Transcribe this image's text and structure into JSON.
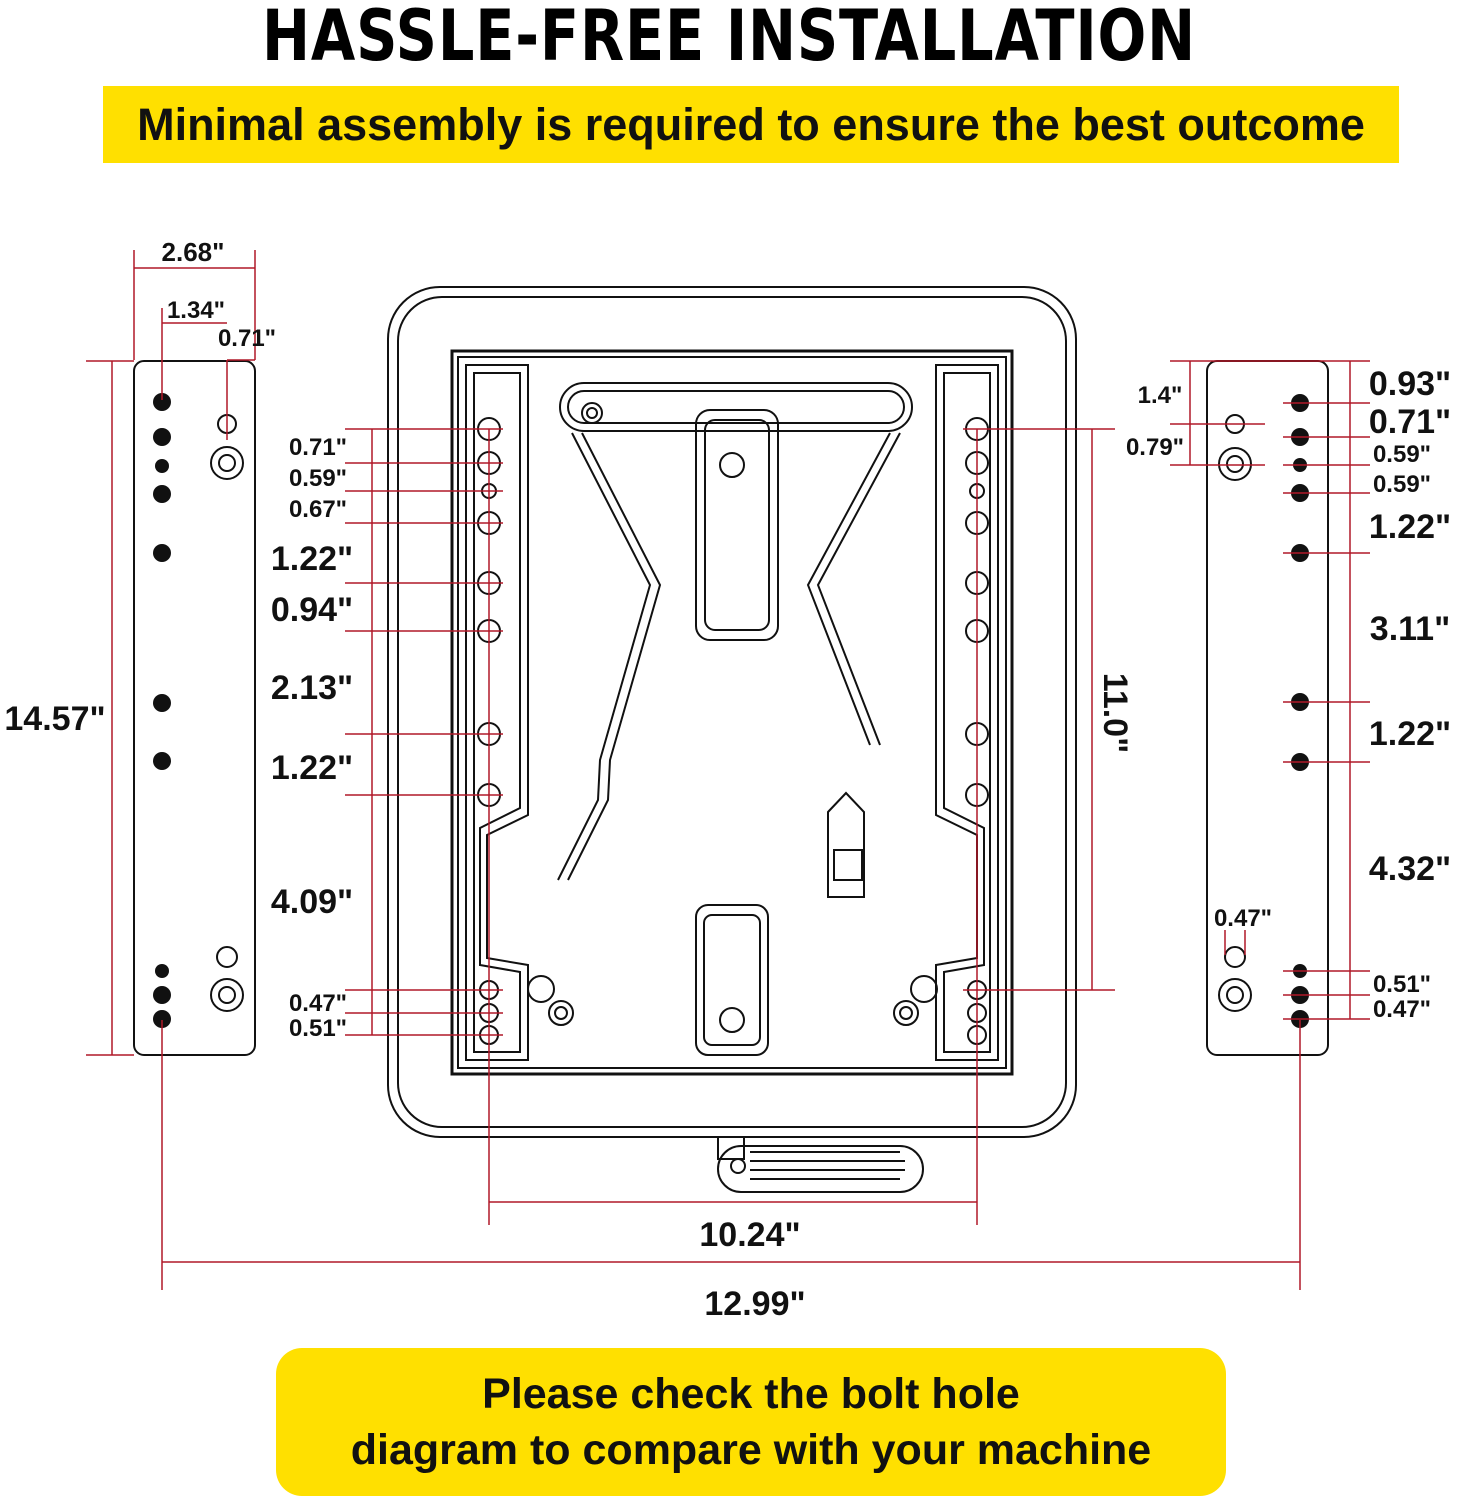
{
  "header": {
    "title": "HASSLE-FREE INSTALLATION",
    "subtitle": "Minimal assembly is required to ensure the best outcome"
  },
  "footer": {
    "line1": "Please check the bolt hole",
    "line2": "diagram to compare with your machine"
  },
  "colors": {
    "banner": "#ffe000",
    "dimension_line": "#b01828",
    "outline": "#111111"
  },
  "dimensions": {
    "left_rail": {
      "width_total": "2.68\"",
      "width_half": "1.34\"",
      "hole_offset": "0.71\"",
      "length": "14.57\""
    },
    "seat_left": {
      "d1": "0.71\"",
      "d2": "0.59\"",
      "d3": "0.67\"",
      "d4": "1.22\"",
      "d5": "0.94\"",
      "d6": "2.13\"",
      "d7": "1.22\"",
      "d8": "4.09\"",
      "d9": "0.47\"",
      "d10": "0.51\""
    },
    "seat_right": {
      "height": "11.0\""
    },
    "right_rail": {
      "r_top1": "1.4\"",
      "r_top2": "0.79\"",
      "d1": "0.93\"",
      "d2": "0.71\"",
      "d3": "0.59\"",
      "d4": "0.59\"",
      "d5": "1.22\"",
      "d6": "3.11\"",
      "d7": "1.22\"",
      "d8": "4.32\"",
      "hole": "0.47\"",
      "d9": "0.51\"",
      "d10": "0.47\""
    },
    "bottom": {
      "inner_width": "10.24\"",
      "outer_width": "12.99\""
    }
  }
}
